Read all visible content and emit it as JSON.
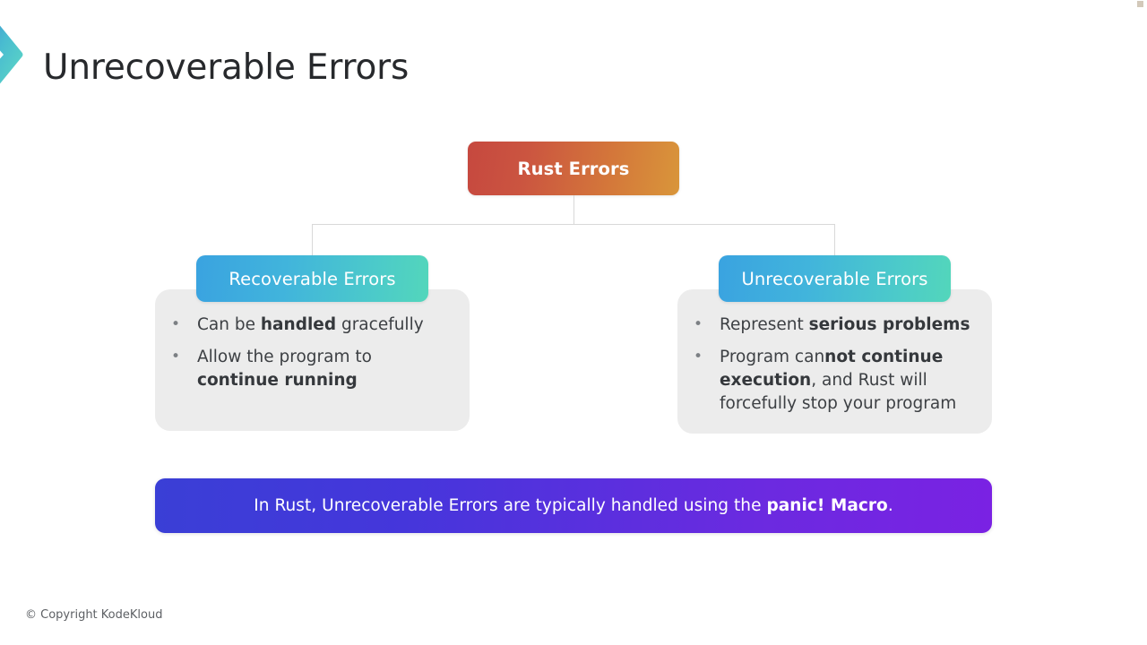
{
  "slide": {
    "title": "Unrecoverable Errors",
    "footer": "© Copyright KodeKloud",
    "logo_icon": "chevron-right-icon",
    "background_color": "#ffffff"
  },
  "diagram": {
    "root": {
      "label": "Rust Errors",
      "gradient_from": "#c6483f",
      "gradient_to": "#d9963a"
    },
    "branches": [
      {
        "header": "Recoverable Errors",
        "gradient_from": "#3aa3e0",
        "gradient_to": "#53d6bb",
        "panel_color": "#ececec",
        "bullets": [
          {
            "pre": "Can be ",
            "bold": "handled",
            "post": " gracefully"
          },
          {
            "pre": "Allow the program to ",
            "bold": "continue running",
            "post": ""
          }
        ]
      },
      {
        "header": "Unrecoverable Errors",
        "gradient_from": "#3aa3e0",
        "gradient_to": "#53d6bb",
        "panel_color": "#ececec",
        "bullets": [
          {
            "pre": "Represent ",
            "bold": "serious problems",
            "post": ""
          },
          {
            "pre": "Program can",
            "bold": "not continue execution",
            "post": ", and Rust will forcefully stop your program"
          }
        ]
      }
    ]
  },
  "banner": {
    "pre": "In Rust, Unrecoverable Errors are typically handled using the ",
    "bold": "panic! Macro",
    "post": ".",
    "gradient_from": "#3a3fd6",
    "gradient_to": "#7a22e3"
  }
}
